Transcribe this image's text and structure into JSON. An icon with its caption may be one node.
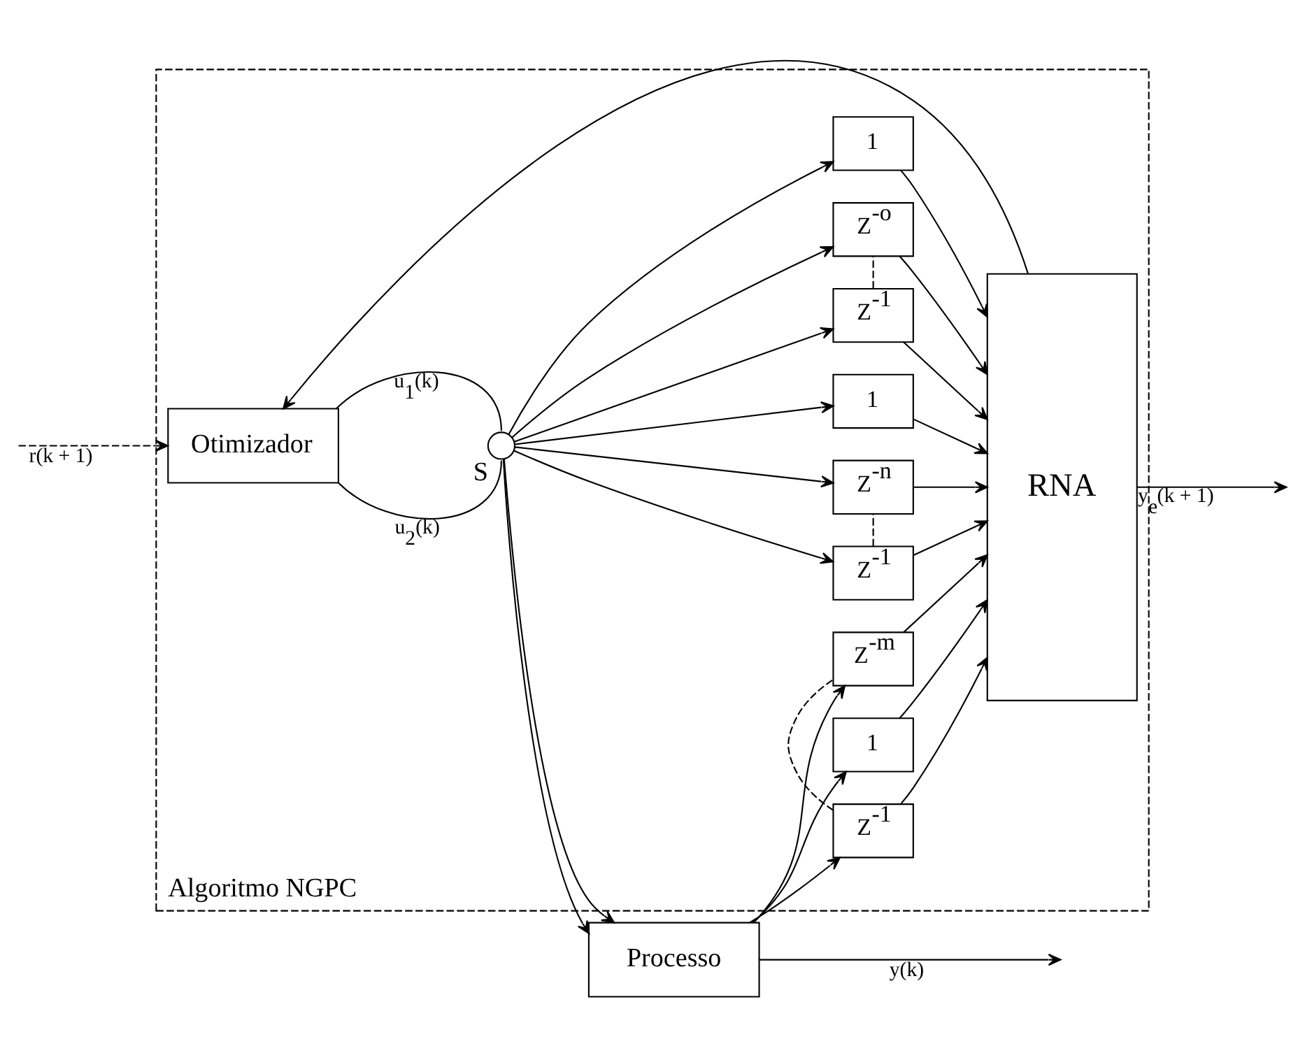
{
  "diagram": {
    "nodes": [
      {
        "text": [
          "Algoritmo NGPC"
        ]
      },
      {
        "text": [
          "Otimizador"
        ],
        "in": 0
      },
      {
        "text": [
          "Processo"
        ]
      },
      {
        "text": [],
        "shape": "switch",
        "beside": [
          "S"
        ],
        "in": 0
      },
      {
        "text": [
          "RNA"
        ],
        "in": 0
      },
      {
        "text": [
          "1"
        ],
        "in": 0
      },
      {
        "text": [
          "Z$^{-1}$"
        ],
        "in": 0
      },
      {
        "text": [
          "Z$^{-m}$"
        ],
        "in": 0
      },
      {
        "text": [
          "1"
        ],
        "in": 0
      },
      {
        "text": [
          "Z$^{-1}$"
        ],
        "in": 0
      },
      {
        "text": [
          "Z$^{-n}$"
        ],
        "in": 0
      },
      {
        "text": [
          "1"
        ],
        "in": 0
      },
      {
        "text": [
          "Z$^{-1}$"
        ],
        "in": 0
      },
      {
        "text": [
          "Z$^{-o}$"
        ],
        "in": 0
      }
    ],
    "edges": [
      {
        "from": null,
        "to": 1,
        "arrow": "to",
        "label": "r(k + 1)",
        "style": "dashed"
      },
      {
        "from": 1,
        "to": 3,
        "arrow": "none",
        "label": "u$_{1}$(k)"
      },
      {
        "from": 1,
        "to": 3,
        "arrow": "none",
        "label": "u$_{2}$(k)"
      },
      {
        "from": 3,
        "to": 2,
        "arrow": "to"
      },
      {
        "from": 3,
        "to": 2,
        "arrow": "to"
      },
      {
        "from": 2,
        "to": null,
        "arrow": "to",
        "label": "y(k)"
      },
      {
        "from": 2,
        "to": 5,
        "arrow": "to"
      },
      {
        "from": 2,
        "to": 6,
        "arrow": "to"
      },
      {
        "from": 2,
        "to": 7,
        "arrow": "to"
      },
      {
        "from": 3,
        "to": 8,
        "arrow": "to"
      },
      {
        "from": 3,
        "to": 9,
        "arrow": "to"
      },
      {
        "from": 3,
        "to": 10,
        "arrow": "to"
      },
      {
        "from": 3,
        "to": 11,
        "arrow": "to"
      },
      {
        "from": 3,
        "to": 12,
        "arrow": "to"
      },
      {
        "from": 3,
        "to": 13,
        "arrow": "to"
      },
      {
        "from": 6,
        "to": 7,
        "arrow": "none",
        "style": "dashed"
      },
      {
        "from": 9,
        "to": 10,
        "arrow": "none",
        "style": "dashed"
      },
      {
        "from": 12,
        "to": 13,
        "arrow": "none",
        "style": "dashed"
      },
      {
        "from": 5,
        "to": 4,
        "arrow": "to"
      },
      {
        "from": 6,
        "to": 4,
        "arrow": "to"
      },
      {
        "from": 7,
        "to": 4,
        "arrow": "to"
      },
      {
        "from": 8,
        "to": 4,
        "arrow": "to"
      },
      {
        "from": 9,
        "to": 4,
        "arrow": "to"
      },
      {
        "from": 10,
        "to": 4,
        "arrow": "to"
      },
      {
        "from": 11,
        "to": 4,
        "arrow": "to"
      },
      {
        "from": 12,
        "to": 4,
        "arrow": "to"
      },
      {
        "from": 13,
        "to": 4,
        "arrow": "to"
      },
      {
        "from": 4,
        "to": null,
        "arrow": "to",
        "label": "y$_{e}$(k + 1)"
      },
      {
        "from": 4,
        "to": 1,
        "arrow": "to"
      }
    ]
  }
}
